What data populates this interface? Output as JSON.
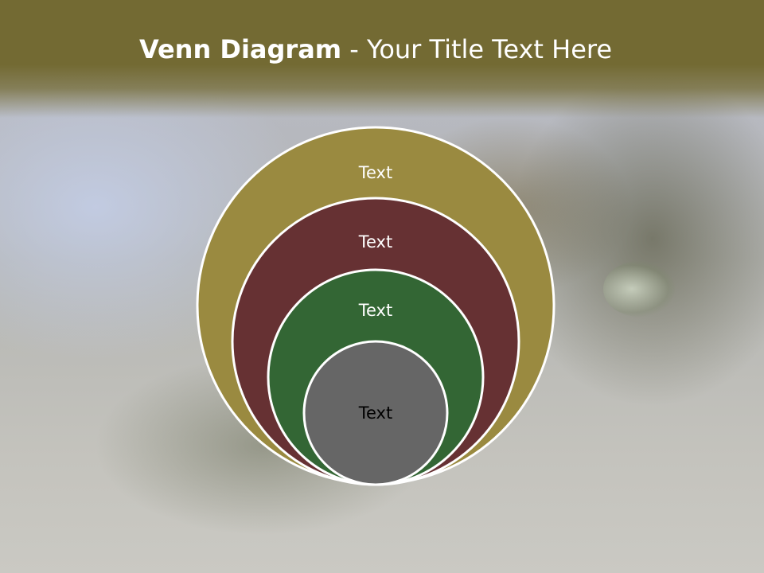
{
  "slide": {
    "title_bold": "Venn Diagram",
    "title_rest": " - Your Title Text Here"
  },
  "diagram": {
    "circles": [
      {
        "label": "Text",
        "fill": "#9a8a40",
        "text_color": "#ffffff"
      },
      {
        "label": "Text",
        "fill": "#663133",
        "text_color": "#ffffff"
      },
      {
        "label": "Text",
        "fill": "#336634",
        "text_color": "#ffffff"
      },
      {
        "label": "Text",
        "fill": "#666666",
        "text_color": "#000000"
      }
    ]
  },
  "colors": {
    "header": "#736a33",
    "circle_stroke": "#ffffff"
  }
}
